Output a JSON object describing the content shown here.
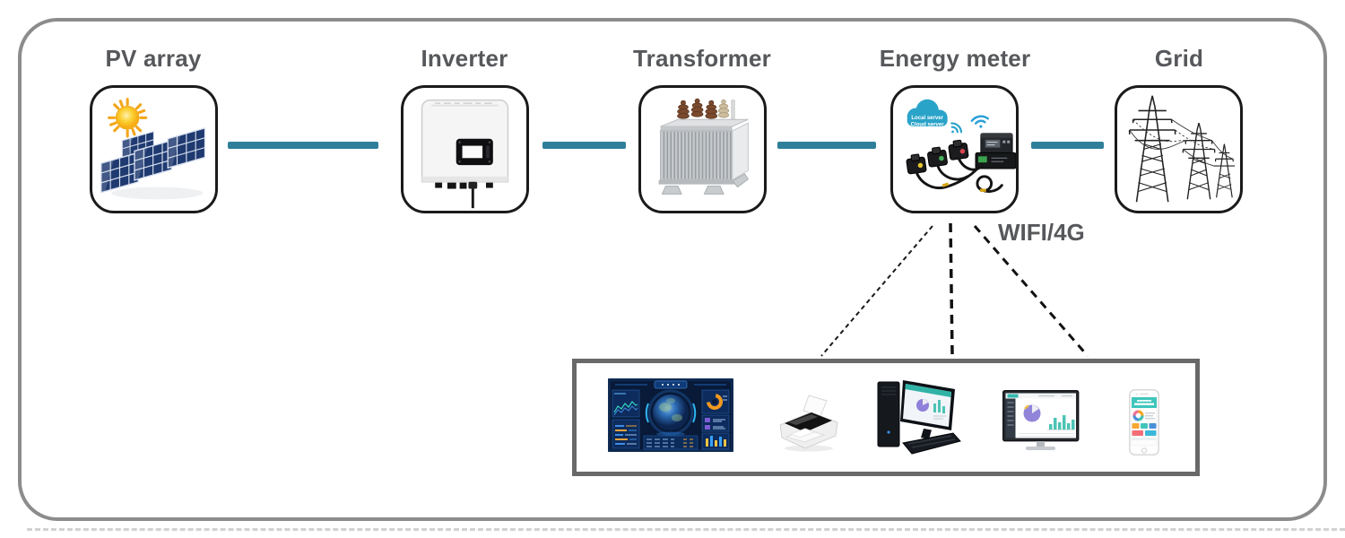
{
  "diagram": {
    "flow_nodes": [
      {
        "id": "pv-array",
        "label": "PV array",
        "icon": "solar-array-sun-icon"
      },
      {
        "id": "inverter",
        "label": "Inverter",
        "icon": "inverter-unit-icon"
      },
      {
        "id": "transformer",
        "label": "Transformer",
        "icon": "transformer-icon"
      },
      {
        "id": "energy-meter",
        "label": "Energy meter",
        "icon": "energy-meter-ct-clamps-icon"
      },
      {
        "id": "grid",
        "label": "Grid",
        "icon": "transmission-towers-icon"
      }
    ],
    "cloud_badge": {
      "line1": "Local server",
      "line2": "Cloud server"
    },
    "wireless_label": "WIFI/4G",
    "monitoring_panel": {
      "devices": [
        {
          "id": "big-data-dashboard",
          "icon": "dashboard-screen-icon"
        },
        {
          "id": "printer",
          "icon": "printer-icon"
        },
        {
          "id": "desktop-computer",
          "icon": "desktop-computer-icon"
        },
        {
          "id": "monitor",
          "icon": "monitor-dashboard-icon"
        },
        {
          "id": "smartphone",
          "icon": "smartphone-app-icon"
        }
      ]
    },
    "colors": {
      "connector_teal": "#2f7f9a",
      "label_gray": "#56585b",
      "outer_border_gray": "#8c8c8c",
      "panel_border_gray": "#696969",
      "node_border_black": "#1a1a1a",
      "cloud_teal": "#2aa3c9"
    }
  }
}
